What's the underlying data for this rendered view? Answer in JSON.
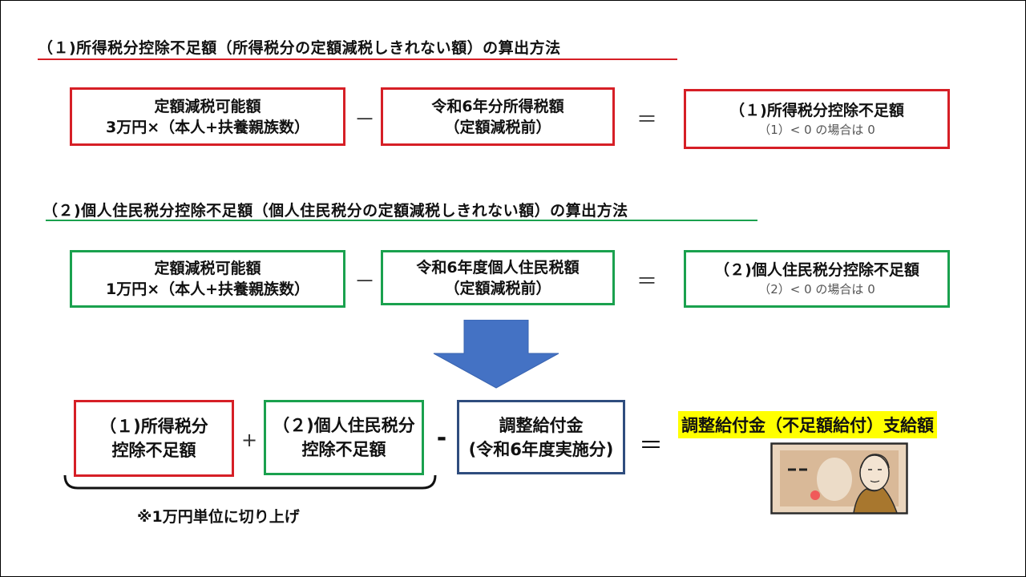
{
  "section1": {
    "heading": "（１)所得税分控除不足額（所得税分の定額減税しきれない額）の算出方法",
    "box_a": {
      "line1": "定額減税可能額",
      "line2": "3万円×（本人+扶養親族数）"
    },
    "operator_minus": "－",
    "box_b": {
      "line1": "令和6年分所得税額",
      "line2": "（定額減税前）"
    },
    "operator_equals": "＝",
    "box_result": {
      "line1": "（１)所得税分控除不足額",
      "note": "（1）< 0 の場合は 0"
    }
  },
  "section2": {
    "heading": "（２)個人住民税分控除不足額（個人住民税分の定額減税しきれない額）の算出方法",
    "box_a": {
      "line1": "定額減税可能額",
      "line2": "1万円×（本人+扶養親族数）"
    },
    "operator_minus": "－",
    "box_b": {
      "line1": "令和6年度個人住民税額",
      "line2": "（定額減税前）"
    },
    "operator_equals": "＝",
    "box_result": {
      "line1": "（２)個人住民税分控除不足額",
      "note": "（2）< 0 の場合は 0"
    }
  },
  "bottom": {
    "box1": {
      "line1": "（１)所得税分",
      "line2": "控除不足額"
    },
    "plus": "+",
    "box2": {
      "line1": "（２)個人住民税分",
      "line2": "控除不足額"
    },
    "minus": "-",
    "box3": {
      "line1": "調整給付金",
      "line2": "(令和6年度実施分)"
    },
    "equals": "＝",
    "result": "調整給付金（不足額給付）支給額",
    "rounding_note": "※1万円単位に切り上げ"
  },
  "colors": {
    "red": "#d61f26",
    "green": "#1aa14e",
    "navy": "#2f4d7e",
    "arrow": "#4472c4",
    "highlight": "#ffff00"
  },
  "icons": {
    "arrow": "down-arrow-icon",
    "banknote": "banknote-icon"
  }
}
